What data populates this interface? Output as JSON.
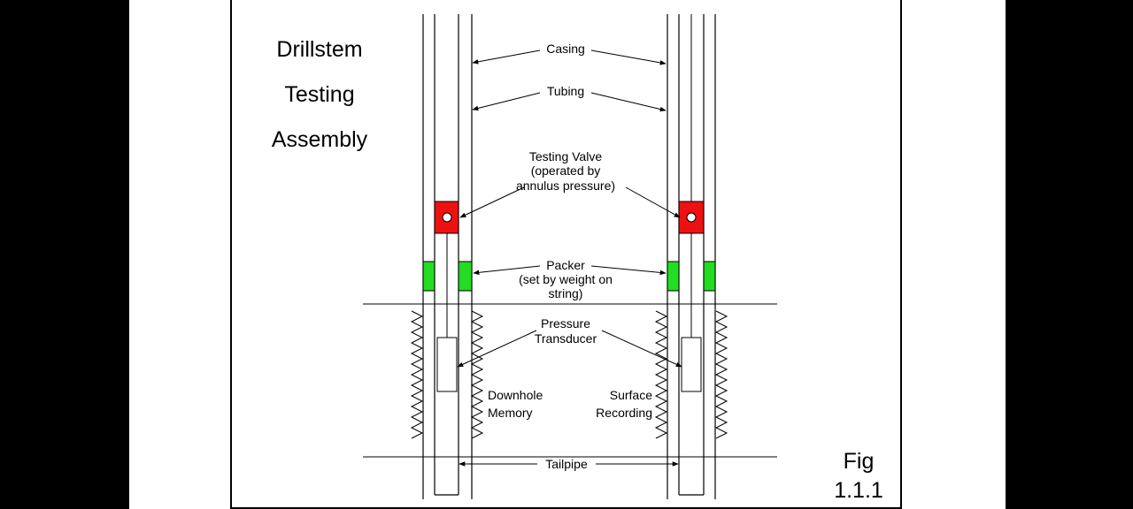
{
  "title": {
    "line1": "Drillstem",
    "line2": "Testing",
    "line3": "Assembly"
  },
  "labels": {
    "casing": "Casing",
    "tubing": "Tubing",
    "valve_line1": "Testing Valve",
    "valve_line2": "(operated by",
    "valve_line3": "annulus pressure)",
    "packer_line1": "Packer",
    "packer_line2": "(set by weight on",
    "packer_line3": "string)",
    "transducer_line1": "Pressure",
    "transducer_line2": "Transducer",
    "downhole_line1": "Downhole",
    "downhole_line2": "Memory",
    "surface_line1": "Surface",
    "surface_line2": "Recording",
    "tailpipe": "Tailpipe"
  },
  "figure": {
    "line1": "Fig",
    "line2": "1.1.1"
  },
  "colors": {
    "valve": "#ee1111",
    "packer": "#22dd22",
    "line": "#000000",
    "page": "#ffffff",
    "background": "#000000"
  },
  "icons": [
    "valve-port-icon",
    "arrow-icon"
  ]
}
